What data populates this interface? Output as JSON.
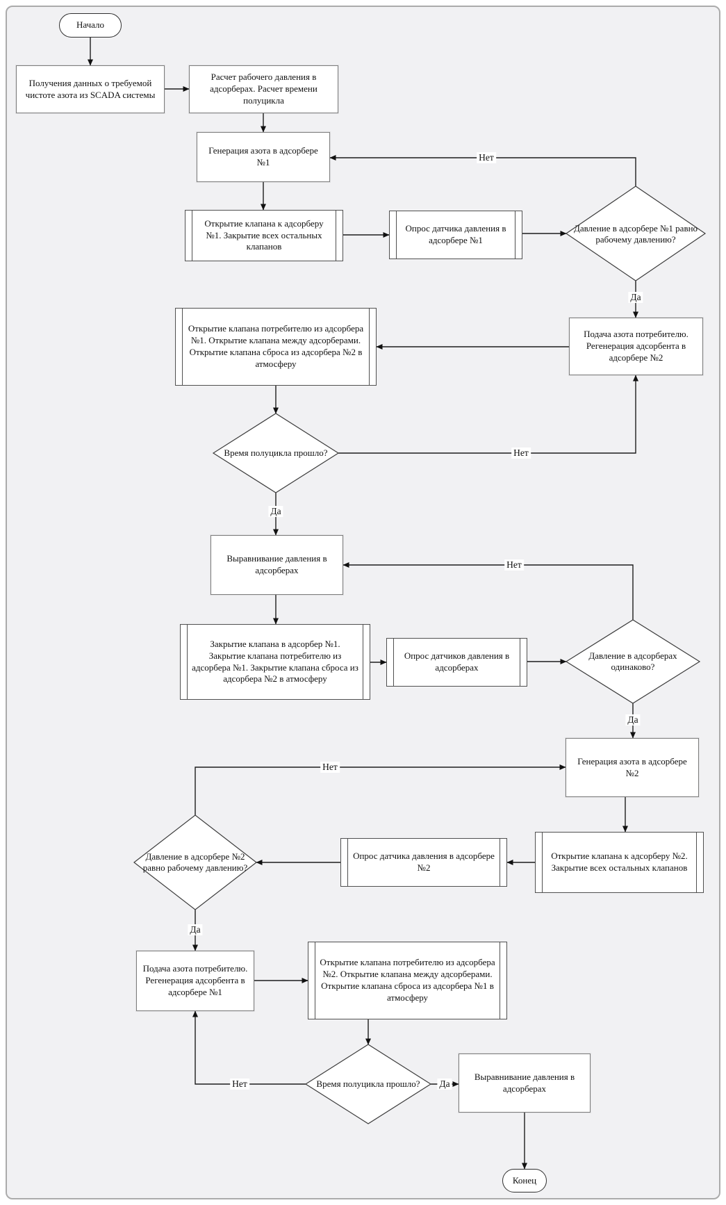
{
  "colors": {
    "background": "#f1f1f3",
    "shape_fill": "#ffffff",
    "line": "#1c1c1c"
  },
  "labels": {
    "yes": "Да",
    "no": "Нет"
  },
  "nodes": {
    "start": "Начало",
    "get_data": "Получения данных о требуемой чистоте азота из SCADA системы",
    "calc": "Расчет рабочего давления в адсорберах. Расчет времени полуцикла",
    "gen1": "Генерация азота в адсорбере №1",
    "open_to_ads1": "Открытие клапана к адсорберу №1. Закрытие всех остальных клапанов",
    "poll_ads1": "Опрос датчика давления в адсорбере №1",
    "q_press1": "Давление в адсорбере №1 равно рабочему давлению?",
    "supply_regen2": "Подача азота потребителю. Регенерация адсорбента в адсорбере №2",
    "open_consumer1": "Открытие клапана потребителю из адсорбера №1. Открытие клапана между адсорберами. Открытие клапана сброса из адсорбера №2 в атмосферу",
    "q_halfcycle1": "Время полуцикла прошло?",
    "equalize1": "Выравнивание давления в адсорберах",
    "close_valves1": "Закрытие клапана в адсорбер №1. Закрытие клапана потребителю из адсорбера №1. Закрытие клапана сброса из адсорбера №2 в атмосферу",
    "poll_all": "Опрос датчиков давления в адсорберах",
    "q_equal": "Давление в адсорберах одинаково?",
    "gen2": "Генерация азота в адсорбере №2",
    "open_to_ads2": "Открытие клапана к адсорберу №2. Закрытие всех остальных клапанов",
    "poll_ads2": "Опрос датчика давления в адсорбере №2",
    "q_press2": "Давление в адсорбере №2 равно рабочему давлению?",
    "supply_regen1": "Подача азота потребителю. Регенерация адсорбента в адсорбере №1",
    "open_consumer2": "Открытие клапана потребителю из адсорбера №2. Открытие клапана между адсорберами. Открытие клапана сброса из адсорбера №1 в атмосферу",
    "q_halfcycle2": "Время полуцикла прошло?",
    "equalize2": "Выравнивание давления в адсорберах",
    "end": "Конец"
  },
  "edges": [
    {
      "from": "start",
      "to": "get_data",
      "label": ""
    },
    {
      "from": "get_data",
      "to": "calc",
      "label": ""
    },
    {
      "from": "calc",
      "to": "gen1",
      "label": ""
    },
    {
      "from": "gen1",
      "to": "open_to_ads1",
      "label": ""
    },
    {
      "from": "open_to_ads1",
      "to": "poll_ads1",
      "label": ""
    },
    {
      "from": "poll_ads1",
      "to": "q_press1",
      "label": ""
    },
    {
      "from": "q_press1",
      "to": "gen1",
      "label": "Нет"
    },
    {
      "from": "q_press1",
      "to": "supply_regen2",
      "label": "Да"
    },
    {
      "from": "supply_regen2",
      "to": "open_consumer1",
      "label": ""
    },
    {
      "from": "open_consumer1",
      "to": "q_halfcycle1",
      "label": ""
    },
    {
      "from": "q_halfcycle1",
      "to": "supply_regen2",
      "label": "Нет"
    },
    {
      "from": "q_halfcycle1",
      "to": "equalize1",
      "label": "Да"
    },
    {
      "from": "equalize1",
      "to": "close_valves1",
      "label": ""
    },
    {
      "from": "close_valves1",
      "to": "poll_all",
      "label": ""
    },
    {
      "from": "poll_all",
      "to": "q_equal",
      "label": ""
    },
    {
      "from": "q_equal",
      "to": "equalize1",
      "label": "Нет"
    },
    {
      "from": "q_equal",
      "to": "gen2",
      "label": "Да"
    },
    {
      "from": "gen2",
      "to": "open_to_ads2",
      "label": ""
    },
    {
      "from": "open_to_ads2",
      "to": "poll_ads2",
      "label": ""
    },
    {
      "from": "poll_ads2",
      "to": "q_press2",
      "label": ""
    },
    {
      "from": "q_press2",
      "to": "gen2",
      "label": "Нет"
    },
    {
      "from": "q_press2",
      "to": "supply_regen1",
      "label": "Да"
    },
    {
      "from": "supply_regen1",
      "to": "open_consumer2",
      "label": ""
    },
    {
      "from": "open_consumer2",
      "to": "q_halfcycle2",
      "label": ""
    },
    {
      "from": "q_halfcycle2",
      "to": "supply_regen1",
      "label": "Нет"
    },
    {
      "from": "q_halfcycle2",
      "to": "equalize2",
      "label": "Да"
    },
    {
      "from": "equalize2",
      "to": "end",
      "label": ""
    }
  ]
}
